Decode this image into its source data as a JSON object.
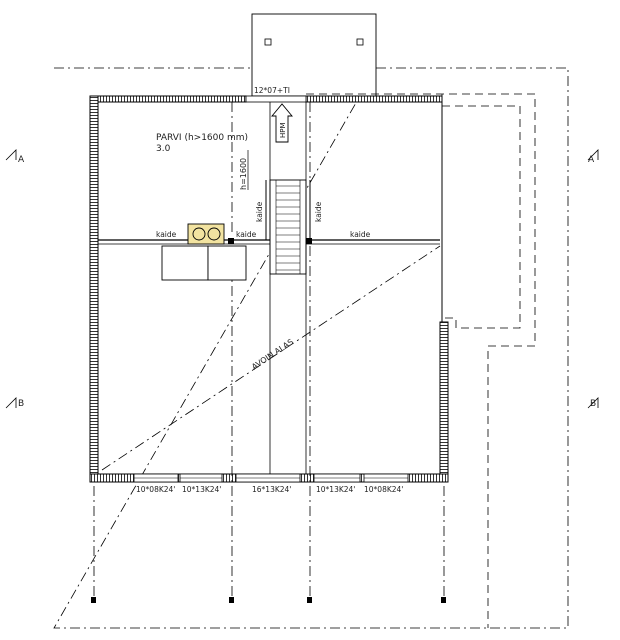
{
  "room": {
    "name": "PARVI (h>1600 mm)",
    "area": "3.0"
  },
  "top_window_label": "12*07+TI",
  "height_note": "h=1600",
  "hpm_label": "HPM",
  "kaide": {
    "left_bottom": "kaide",
    "mid_bottom": "kaide",
    "right_bottom": "kaide",
    "vertical_left": "kaide",
    "vertical_right": "kaide"
  },
  "avoin_label": "AVOIN ALAS",
  "section_marks": {
    "a_left": "A",
    "a_right": "A",
    "b_left": "B",
    "b_right": "B"
  },
  "window_labels": [
    "10*08K24'",
    "10*13K24'",
    "16*13K24'",
    "10*13K24'",
    "10*08K24'"
  ]
}
